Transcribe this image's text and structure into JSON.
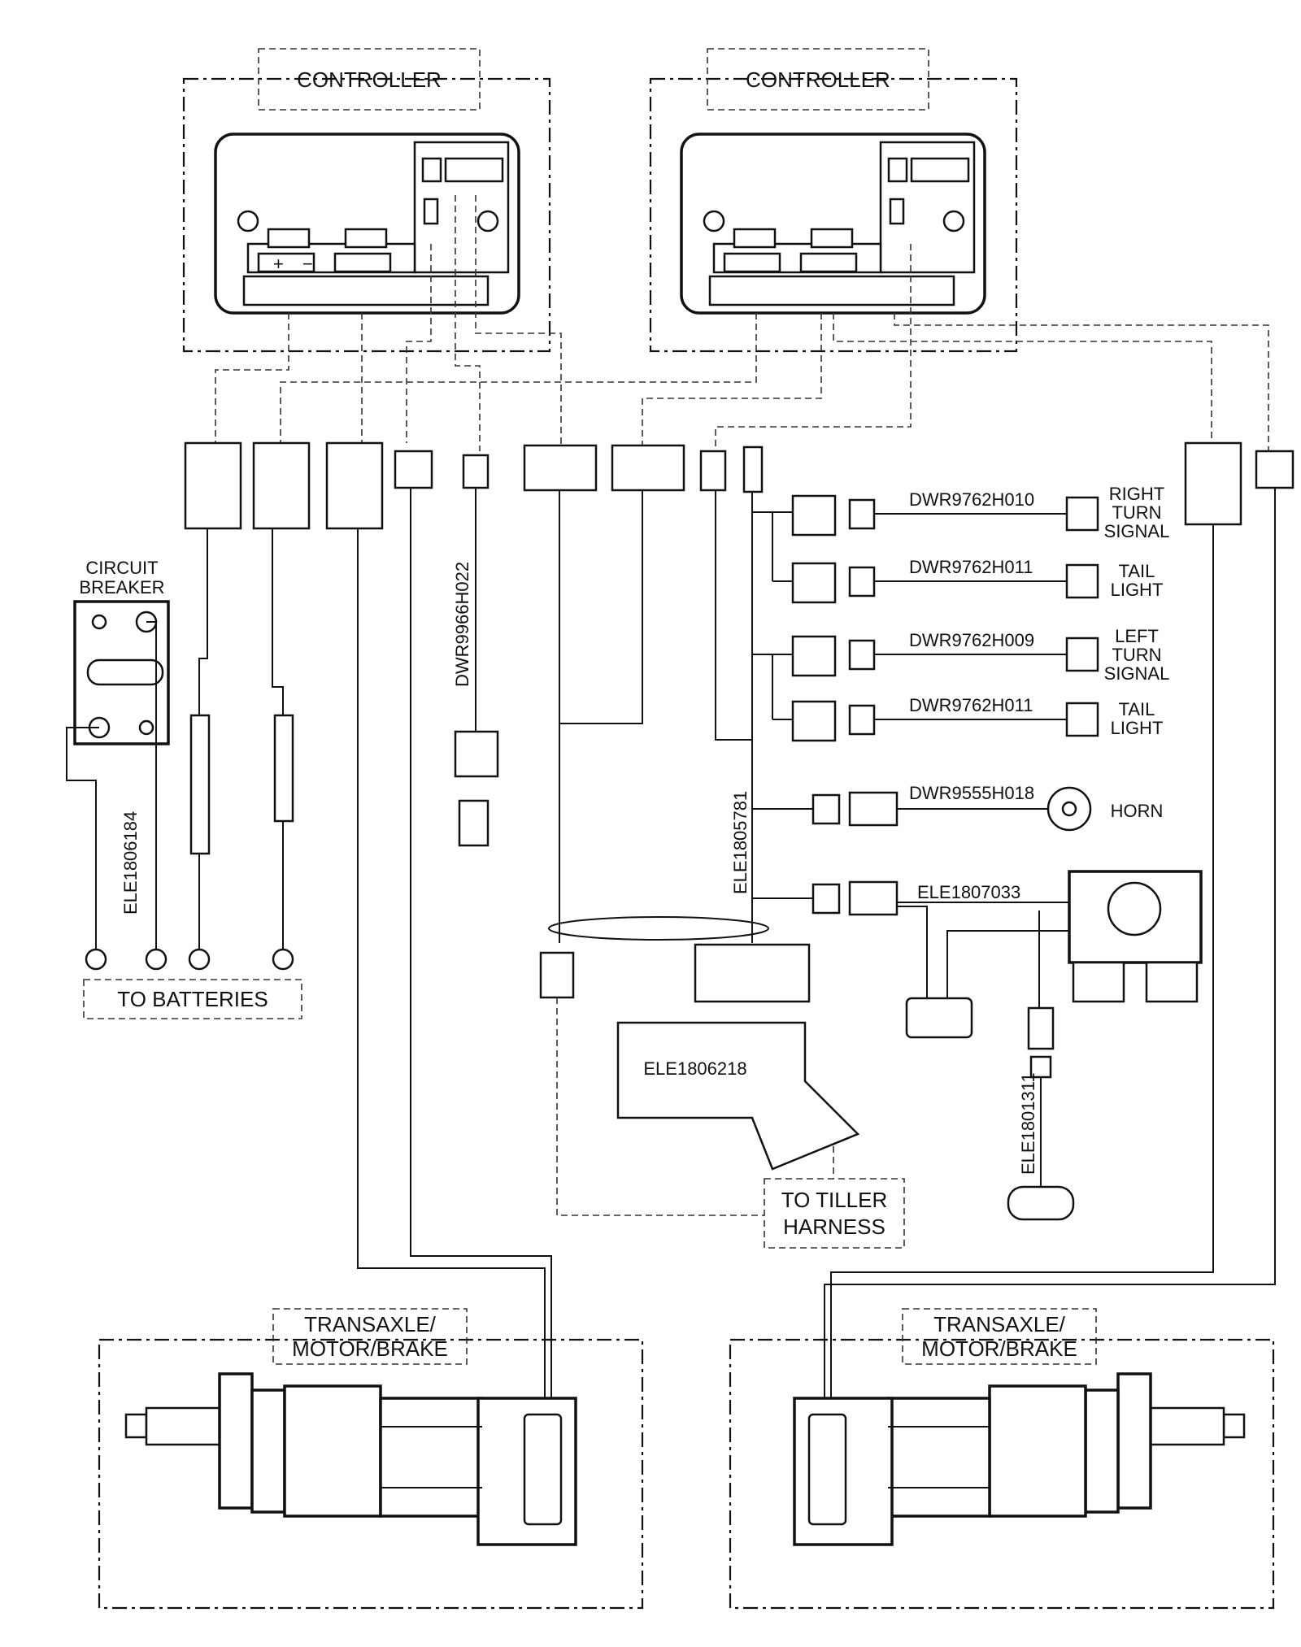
{
  "components": {
    "controller_left": "CONTROLLER",
    "controller_right": "CONTROLLER",
    "circuit_breaker_line1": "CIRCUIT",
    "circuit_breaker_line2": "BREAKER",
    "to_batteries": "TO BATTERIES",
    "to_tiller_line1": "TO TILLER",
    "to_tiller_line2": "HARNESS",
    "transaxle_left_line1": "TRANSAXLE/",
    "transaxle_left_line2": "MOTOR/BRAKE",
    "transaxle_right_line1": "TRANSAXLE/",
    "transaxle_right_line2": "MOTOR/BRAKE"
  },
  "part_numbers": {
    "battery_harness": "ELE1806184",
    "controller_harness": "DWR9966H022",
    "main_harness": "ELE1805781",
    "tiller_harness": "ELE1806218",
    "module_harness": "ELE1807033",
    "light_harness": "ELE1801311",
    "right_turn": "DWR9762H010",
    "tail_light_1": "DWR9762H011",
    "left_turn": "DWR9762H009",
    "tail_light_2": "DWR9762H011",
    "horn": "DWR9555H018"
  },
  "lights": {
    "right_turn_line1": "RIGHT",
    "right_turn_line2": "TURN",
    "right_turn_line3": "SIGNAL",
    "tail1_line1": "TAIL",
    "tail1_line2": "LIGHT",
    "left_turn_line1": "LEFT",
    "left_turn_line2": "TURN",
    "left_turn_line3": "SIGNAL",
    "tail2_line1": "TAIL",
    "tail2_line2": "LIGHT",
    "horn": "HORN"
  },
  "controller_symbols": {
    "battery_plus": "+",
    "battery_minus": "−"
  }
}
